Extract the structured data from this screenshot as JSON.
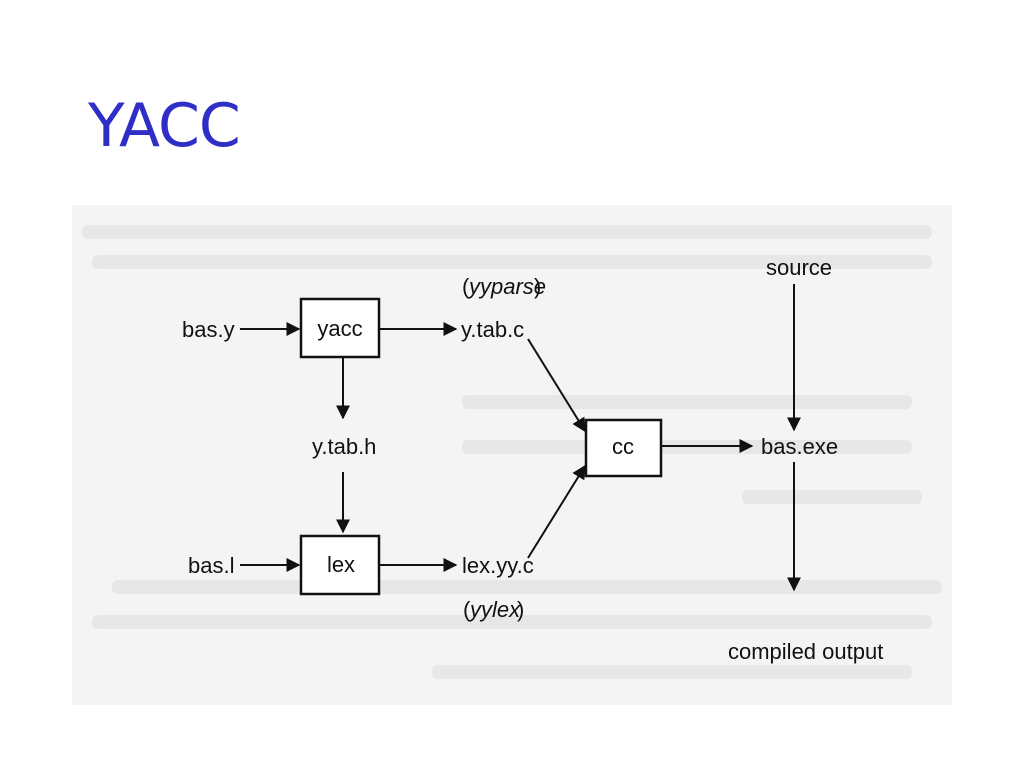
{
  "title": "YACC",
  "diagram": {
    "nodes": {
      "bas_y": "bas.y",
      "yacc": "yacc",
      "y_tab_c": "y.tab.c",
      "yyparse": "yyparse",
      "y_tab_h": "y.tab.h",
      "bas_l": "bas.l",
      "lex": "lex",
      "lex_yy_c": "lex.yy.c",
      "yylex": "yylex",
      "cc": "cc",
      "bas_exe": "bas.exe",
      "source": "source",
      "compiled_output": "compiled output"
    },
    "edges": [
      {
        "from": "bas.y",
        "to": "yacc"
      },
      {
        "from": "yacc",
        "to": "y.tab.c"
      },
      {
        "from": "yacc",
        "to": "y.tab.h"
      },
      {
        "from": "y.tab.h",
        "to": "lex"
      },
      {
        "from": "bas.l",
        "to": "lex"
      },
      {
        "from": "lex",
        "to": "lex.yy.c"
      },
      {
        "from": "y.tab.c",
        "to": "cc"
      },
      {
        "from": "lex.yy.c",
        "to": "cc"
      },
      {
        "from": "cc",
        "to": "bas.exe"
      },
      {
        "from": "source",
        "to": "bas.exe"
      },
      {
        "from": "bas.exe",
        "to": "compiled output"
      }
    ]
  }
}
